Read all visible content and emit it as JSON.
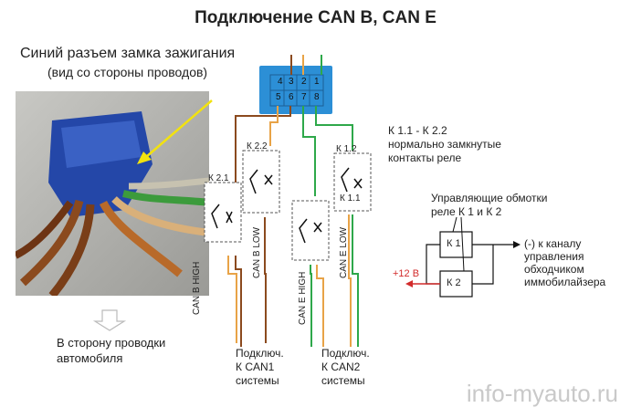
{
  "title": "Подключение CAN B, CAN E",
  "photo_caption": {
    "line1": "Синий разъем замка зажигания",
    "line2": "(вид со стороны проводов)"
  },
  "connector": {
    "pins_top": [
      "4",
      "3",
      "2",
      "1"
    ],
    "pins_bottom": [
      "5",
      "6",
      "7",
      "8"
    ]
  },
  "relays": {
    "k21": "К 2.1",
    "k22": "К 2.2",
    "k12": "К 1.2",
    "k11": "К 1.1"
  },
  "relay_note": {
    "line1": "К 1.1 - К 2.2",
    "line2": "нормально замкнутые",
    "line3": "контакты реле"
  },
  "wire_labels": {
    "can_b_high": "CAN B HIGH",
    "can_b_low": "CAN B LOW",
    "can_e_high": "CAN E HIGH",
    "can_e_low": "CAN E LOW"
  },
  "connect_can1": {
    "line1": "Подключ.",
    "line2": "К CAN1",
    "line3": "системы"
  },
  "connect_can2": {
    "line1": "Подключ.",
    "line2": "К CAN2",
    "line3": "системы"
  },
  "control": {
    "line1": "Управляющие обмотки",
    "line2": "реле К 1 и К 2",
    "k1": "К 1",
    "k2": "К 2",
    "plus12": "+12 В",
    "out_line1": "(-) к каналу",
    "out_line2": "управления",
    "out_line3": "обходчиком",
    "out_line4": "иммобилайзера"
  },
  "toward_wiring": {
    "line1": "В сторону проводки",
    "line2": "автомобиля"
  },
  "watermark": "info-myauto.ru",
  "colors": {
    "connector_blue": "#2c8fd6",
    "wire_brown": "#8b4a1e",
    "wire_orange": "#e8a347",
    "wire_green": "#2ea84a",
    "wire_red": "#d22b2b",
    "arrow_yellow": "#f2e20f"
  }
}
